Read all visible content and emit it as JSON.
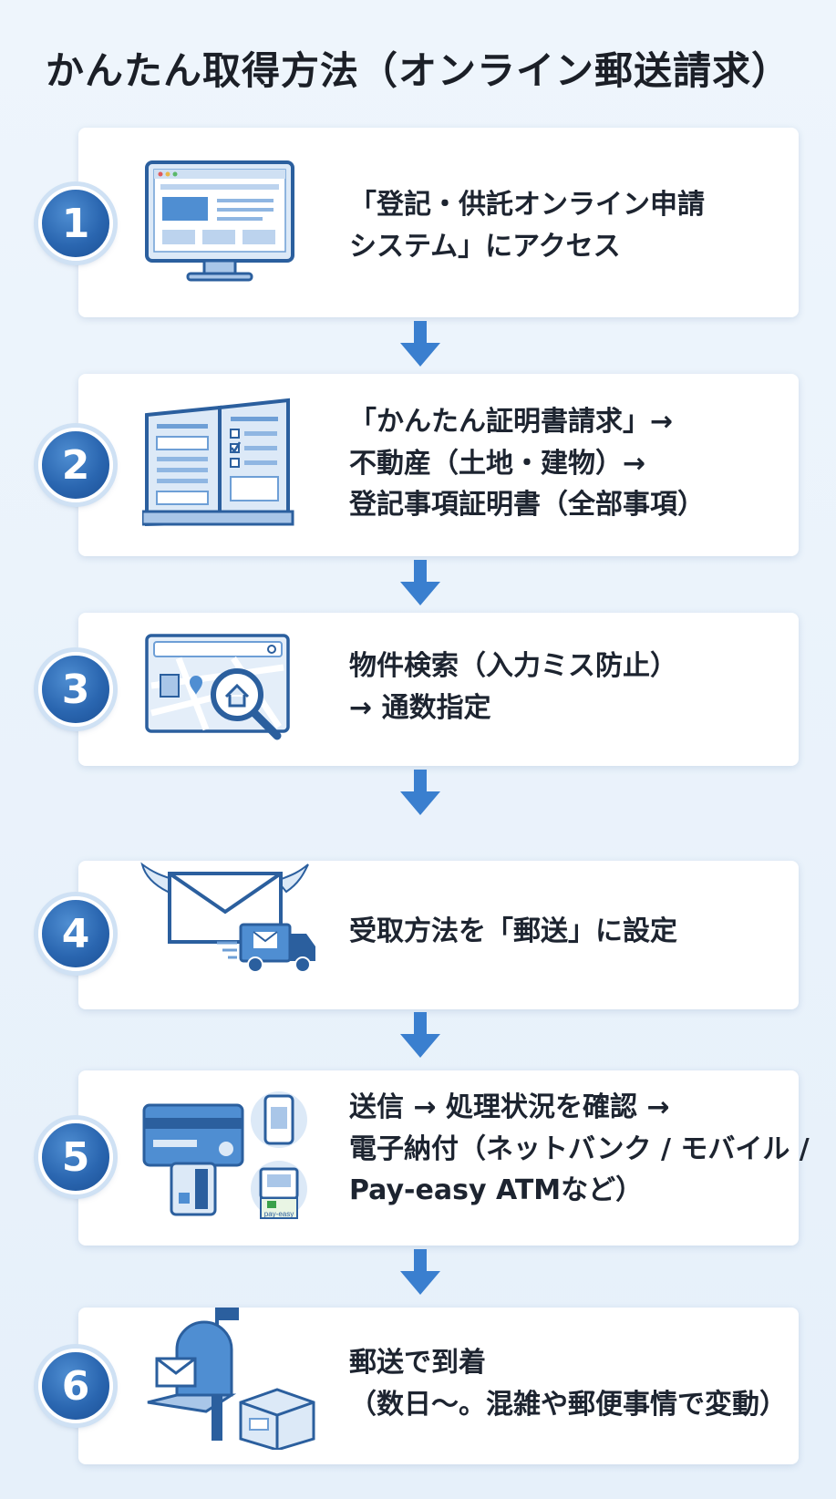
{
  "title": "かんたん取得方法（オンライン郵送請求）",
  "colors": {
    "accent": "#2a66b0",
    "arrow": "#3a7fcf",
    "card": "#ffffff",
    "background": "#e9f2fb"
  },
  "steps": [
    {
      "number": "1",
      "icon": "computer-monitor-icon",
      "lines": [
        "「登記・供託オンライン申請",
        "システム」にアクセス"
      ]
    },
    {
      "number": "2",
      "icon": "open-book-form-icon",
      "lines": [
        "「かんたん証明書請求」→",
        "不動産（土地・建物）→",
        "登記事項証明書（全部事項）"
      ]
    },
    {
      "number": "3",
      "icon": "map-search-icon",
      "lines": [
        "物件検索（入力ミス防止）",
        "→ 通数指定"
      ]
    },
    {
      "number": "4",
      "icon": "winged-envelope-truck-icon",
      "lines": [
        "受取方法を「郵送」に設定"
      ]
    },
    {
      "number": "5",
      "icon": "payment-card-atm-icon",
      "icon_label": "pay-easy",
      "lines": [
        "送信 → 処理状況を確認 →",
        "電子納付（ネットバンク / モバイル /",
        "Pay-easy ATMなど）"
      ]
    },
    {
      "number": "6",
      "icon": "mailbox-package-icon",
      "lines": [
        "郵送で到着",
        "（数日〜。混雑や郵便事情で変動）"
      ]
    }
  ]
}
